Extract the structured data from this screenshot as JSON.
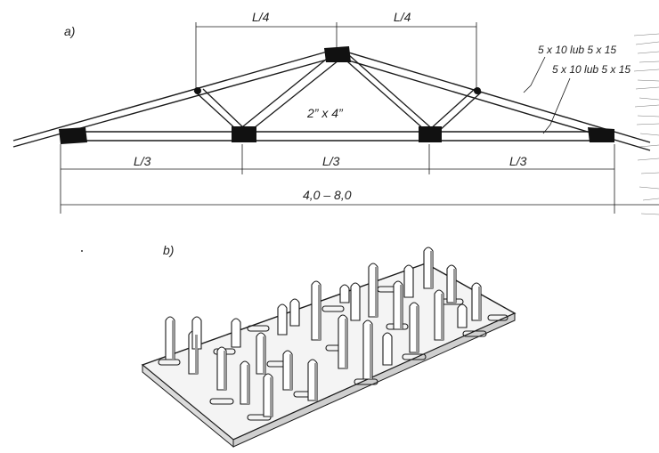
{
  "part_a": {
    "label": "a)",
    "quarter_span_labels": [
      "L/4",
      "L/4"
    ],
    "third_span_labels": [
      "L/3",
      "L/3",
      "L/3"
    ],
    "total_span_label": "4,0 – 8,0",
    "member_label": "2” x 4”",
    "rafter_labels": [
      "5 x 10 lub 5 x 15",
      "5 x 10 lub 5 x 15"
    ]
  },
  "part_b": {
    "label": "b)"
  }
}
